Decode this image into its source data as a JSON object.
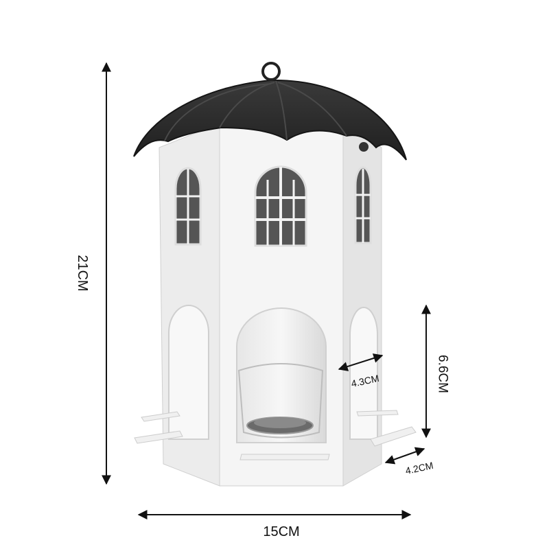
{
  "dimensions": {
    "height": "21CM",
    "width": "15CM",
    "opening_height": "6.6CM",
    "opening_width": "4.3CM",
    "perch_length": "4.2CM"
  },
  "colors": {
    "roof": "#2b2b2b",
    "body": "#f3f3f3",
    "body_shade": "#dcdcdc",
    "arrow": "#111111"
  }
}
